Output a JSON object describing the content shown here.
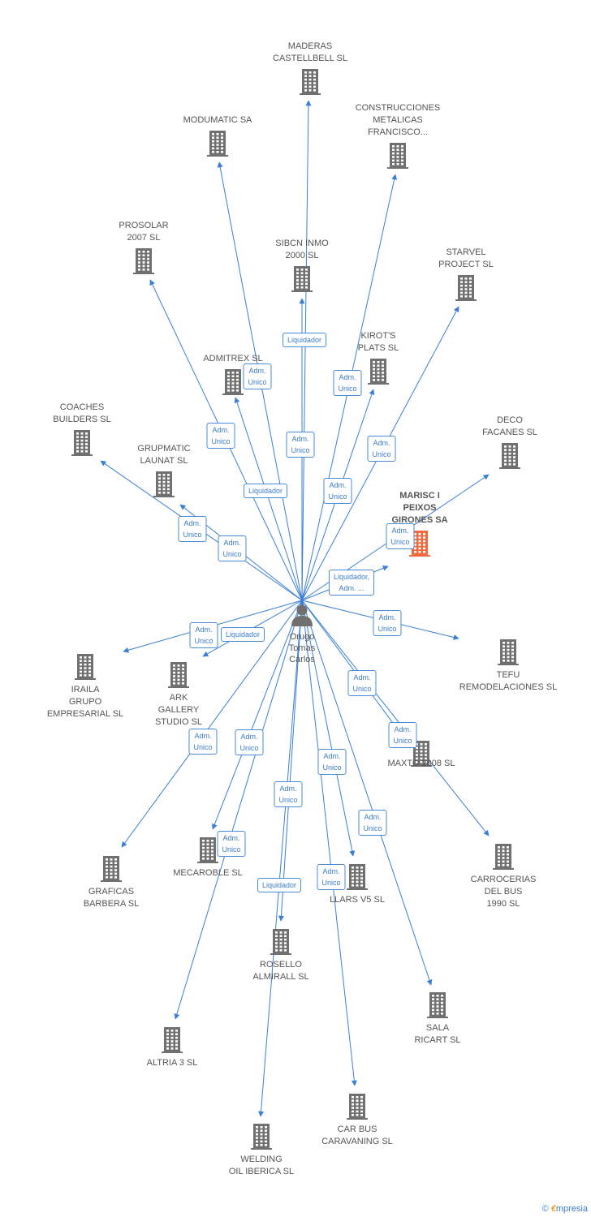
{
  "colors": {
    "edge": "#3a7fd5",
    "building": "#707070",
    "highlight": "#f26a3b",
    "relation_border": "#4a8ad4",
    "relation_text": "#3c7cc8"
  },
  "person": {
    "name": "Orugo\nTomas\nCarlos",
    "icon": "person-icon"
  },
  "companies": [
    {
      "id": "maderas",
      "label": "MADERAS\nCASTELLBELL SL"
    },
    {
      "id": "construcciones",
      "label": "CONSTRUCCIONES\nMETALICAS\nFRANCISCO..."
    },
    {
      "id": "modumatic",
      "label": "MODUMATIC SA"
    },
    {
      "id": "prosolar",
      "label": "PROSOLAR\n2007 SL"
    },
    {
      "id": "sibcn",
      "label": "SIBCN INMO\n2000 SL"
    },
    {
      "id": "starvel",
      "label": "STARVEL\nPROJECT SL"
    },
    {
      "id": "kirots",
      "label": "KIROT'S\nPLATS SL"
    },
    {
      "id": "admitrex",
      "label": "ADMITREX SL"
    },
    {
      "id": "coaches",
      "label": "COACHES\nBUILDERS SL"
    },
    {
      "id": "deco",
      "label": "DECO\nFACANES SL"
    },
    {
      "id": "grupmatic",
      "label": "GRUPMATIC\nLAUNAT SL"
    },
    {
      "id": "marisc",
      "label": "MARISC I\nPEIXOS\nGIRONES SA",
      "highlight": true
    },
    {
      "id": "tefu",
      "label": "TEFU\nREMODELACIONES SL"
    },
    {
      "id": "iraila",
      "label": "IRAILA\nGRUPO\nEMPRESARIAL SL"
    },
    {
      "id": "ark",
      "label": "ARK\nGALLERY\nSTUDIO SL"
    },
    {
      "id": "maxto",
      "label": "MAXTO 2008 SL"
    },
    {
      "id": "carrocerias",
      "label": "CARROCERIAS\nDEL BUS\n1990  SL"
    },
    {
      "id": "graficas",
      "label": "GRAFICAS\nBARBERA SL"
    },
    {
      "id": "mecaroble",
      "label": "MECAROBLE SL"
    },
    {
      "id": "llars",
      "label": "LLARS V5 SL"
    },
    {
      "id": "rosello",
      "label": "ROSELLO\nALMIRALL SL"
    },
    {
      "id": "sala",
      "label": "SALA\nRICART SL"
    },
    {
      "id": "altria",
      "label": "ALTRIA 3 SL"
    },
    {
      "id": "carbus",
      "label": "CAR BUS\nCARAVANING SL"
    },
    {
      "id": "welding",
      "label": "WELDING\nOIL IBERICA SL"
    }
  ],
  "relations": [
    {
      "target": "maderas",
      "label": "Liquidador"
    },
    {
      "target": "construcciones",
      "label": "Adm.\nUnico"
    },
    {
      "target": "modumatic",
      "label": "Adm.\nUnico"
    },
    {
      "target": "prosolar",
      "label": "Adm.\nUnico"
    },
    {
      "target": "sibcn",
      "label": "Adm.\nUnico"
    },
    {
      "target": "starvel",
      "label": "Adm.\nUnico"
    },
    {
      "target": "kirots",
      "label": "Adm.\nUnico"
    },
    {
      "target": "admitrex",
      "label": "Liquidador"
    },
    {
      "target": "coaches",
      "label": "Adm.\nUnico"
    },
    {
      "target": "deco",
      "label": "Adm.\nUnico"
    },
    {
      "target": "grupmatic",
      "label": "Adm.\nUnico"
    },
    {
      "target": "marisc",
      "label": "Liquidador,\nAdm. ..."
    },
    {
      "target": "tefu",
      "label": "Adm.\nUnico"
    },
    {
      "target": "iraila",
      "label": "Adm.\nUnico"
    },
    {
      "target": "ark",
      "label": "Liquidador"
    },
    {
      "target": "maxto",
      "label": "Adm.\nUnico"
    },
    {
      "target": "carrocerias",
      "label": "Adm.\nUnico"
    },
    {
      "target": "graficas",
      "label": "Adm.\nUnico"
    },
    {
      "target": "mecaroble",
      "label": "Adm.\nUnico"
    },
    {
      "target": "llars",
      "label": "Adm.\nUnico"
    },
    {
      "target": "rosello",
      "label": "Liquidador"
    },
    {
      "target": "sala",
      "label": "Adm.\nUnico"
    },
    {
      "target": "altria",
      "label": "Adm.\nUnico"
    },
    {
      "target": "carbus",
      "label": "Adm.\nUnico"
    },
    {
      "target": "welding",
      "label": "Adm.\nUnico"
    }
  ],
  "footer": {
    "copyright": "©",
    "brand_initial": "€",
    "brand_rest": "mpresia"
  }
}
